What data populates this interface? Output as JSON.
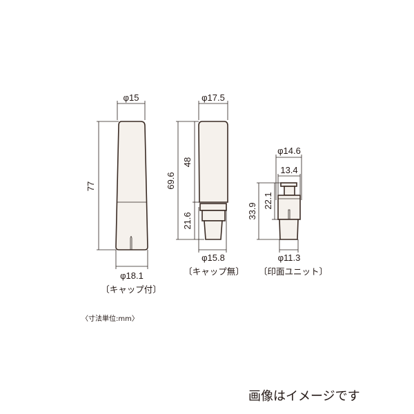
{
  "figures": [
    {
      "caption": "〔キャップ付〕",
      "dims": {
        "top_diameter": "φ15",
        "height": "77",
        "bottom_diameter": "φ18.1"
      }
    },
    {
      "caption": "〔キャップ無〕",
      "dims": {
        "top_diameter": "φ17.5",
        "total_height": "69.6",
        "upper_height": "48",
        "lower_height": "21.6",
        "bottom_diameter": "φ15.8"
      }
    },
    {
      "caption": "〔印面ユニット〕",
      "dims": {
        "outer_diameter": "φ14.6",
        "inner_width": "13.4",
        "total_height": "33.9",
        "upper_height": "22.1",
        "bottom_diameter": "φ11.3"
      }
    }
  ],
  "unit_note": "〈寸法単位:mm〉",
  "disclaimer": "画像はイメージです",
  "colors": {
    "body_fill": "#f5f1ec",
    "outline": "#3a2b24"
  }
}
